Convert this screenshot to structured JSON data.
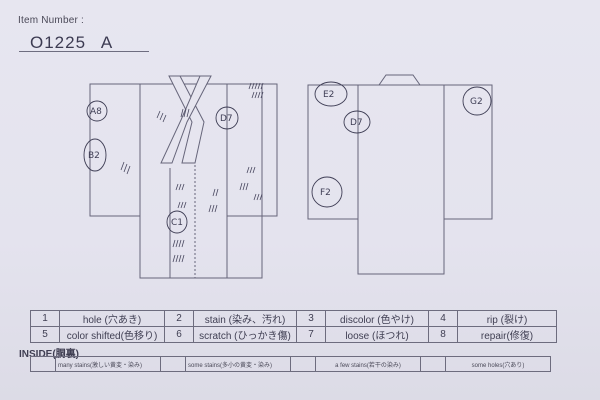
{
  "header": {
    "item_label": "Item Number :",
    "item_number": "O1225 A"
  },
  "front_diagram": {
    "view": "front",
    "markers": [
      {
        "code": "A8",
        "location": "left sleeve upper"
      },
      {
        "code": "B2",
        "location": "left sleeve middle"
      },
      {
        "code": "D7",
        "location": "right body upper"
      },
      {
        "code": "C1",
        "location": "okumi / front panel lower"
      }
    ]
  },
  "back_diagram": {
    "view": "back",
    "markers": [
      {
        "code": "E2",
        "location": "left sleeve top"
      },
      {
        "code": "D7",
        "location": "left shoulder seam"
      },
      {
        "code": "G2",
        "location": "right sleeve top"
      },
      {
        "code": "F2",
        "location": "left sleeve lower"
      }
    ]
  },
  "legend": {
    "rows": [
      [
        {
          "num": "1",
          "label": "hole (穴あき)"
        },
        {
          "num": "2",
          "label": "stain (染み、汚れ)"
        },
        {
          "num": "3",
          "label": "discolor (色やけ)"
        },
        {
          "num": "4",
          "label": "rip (裂け)"
        }
      ],
      [
        {
          "num": "5",
          "label": "color shifted(色移り)"
        },
        {
          "num": "6",
          "label": "scratch (ひっかき傷)"
        },
        {
          "num": "7",
          "label": "loose (ほつれ)"
        },
        {
          "num": "8",
          "label": "repair(修復)"
        }
      ]
    ]
  },
  "inside": {
    "title": "INSIDE(胴裏)",
    "options": [
      {
        "label": "many stains(激しい黄変・染み)",
        "checked": false
      },
      {
        "label": "some stains(多小の黄変・染み)",
        "checked": false
      },
      {
        "label": "a few stains(若干の染み)",
        "checked": false
      },
      {
        "label": "some holes(穴あり)",
        "checked": false
      }
    ]
  },
  "colors": {
    "paper": "#e5e4ef",
    "ink": "#3f3e52",
    "lines": "#6d6c7e"
  }
}
